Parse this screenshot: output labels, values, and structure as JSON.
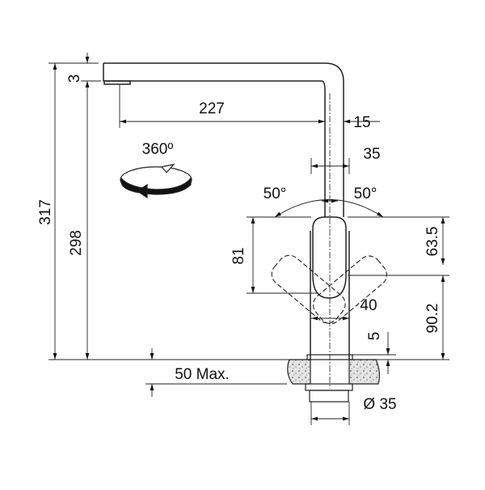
{
  "dimensions": {
    "total_height": "317",
    "spout_height": "298",
    "spout_offset": "3",
    "reach": "227",
    "spout_width": "15",
    "body_width_top": "35",
    "angle_left": "50°",
    "angle_right": "50°",
    "handle_height": "81",
    "handle_top": "63.5",
    "body_lower": "90.2",
    "body_width": "40",
    "flange": "5",
    "counter_thickness": "50 Max.",
    "base_diameter": "Ø 35"
  },
  "rotation": {
    "label": "360º"
  },
  "colors": {
    "line": "#222222",
    "stone": "#d9d9d9"
  }
}
